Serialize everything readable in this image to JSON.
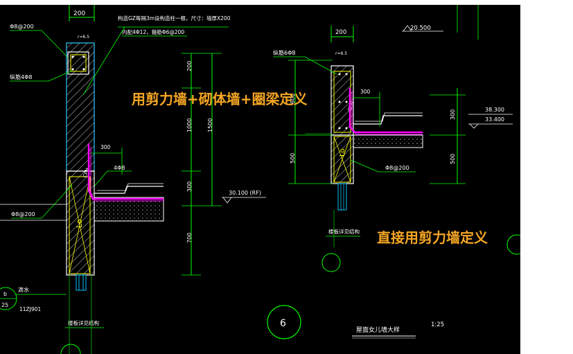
{
  "overlay": {
    "label_top": "用剪力墙+砌体墙+圈梁定义",
    "label_bottom": "直接用剪力墙定义",
    "color": "#f5a623"
  },
  "drawing": {
    "left": {
      "width_dim": "200",
      "stirrup_label": "Φ8@200",
      "long_bars_label": "纵筋4Φ8",
      "gz_note_1": "构造GZ每隔3m设构造柱一根，尺寸：墙厚X200",
      "gz_note_2": "内配4Φ12，箍筋Φ6@200",
      "dim_200": "200",
      "dim_1000": "1000",
      "dim_1500": "1500",
      "dim_300a": "300",
      "dim_700": "700",
      "dim_300h": "300",
      "bars_4phi8": "4Φ8",
      "elev_label": "30.100 (RF)",
      "stirrup_low": "Φ8@200",
      "drip_label": "滴水",
      "std_label": "11ZJ901",
      "circle_b": "b",
      "circle_25": "25",
      "struct_ref": "楼板详见结构",
      "angle_note": "r=6.5",
      "lo": "Lo",
      "cpn": "CPN"
    },
    "right": {
      "width_dim": "200",
      "elev_top": "20.500",
      "long_bars_label": "纵筋6Φ8",
      "dim_300h": "300",
      "dim_600": "600",
      "dim_500": "500",
      "dim_300v": "300",
      "dim_500v": "500",
      "elev_38": "38.300",
      "elev_33": "33.400",
      "stirrup": "Φ8@200",
      "struct_ref": "楼板详见结构",
      "angle_note": "r=6.5",
      "lo": "Lo",
      "cpn": "CPN"
    },
    "detail_number": "6",
    "title": "屋面女儿墙大样",
    "scale": "1:25"
  }
}
